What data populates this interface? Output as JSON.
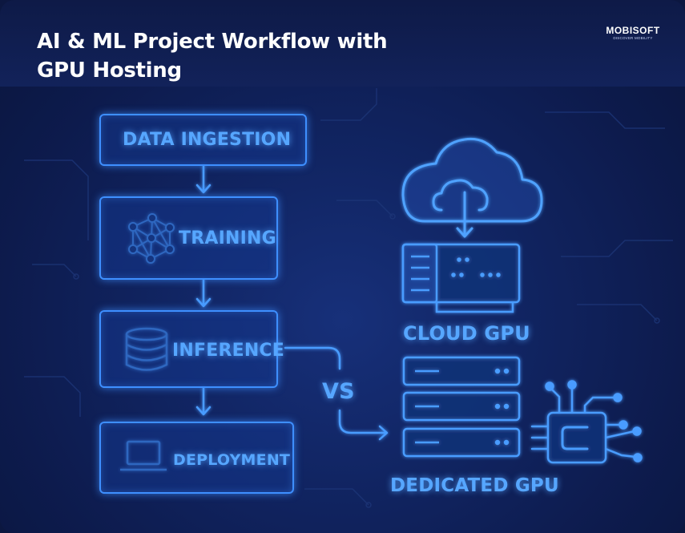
{
  "header": {
    "title_line1": "AI & ML Project Workflow with",
    "title_line2": "GPU Hosting"
  },
  "logo": {
    "name": "MOBISOFT",
    "tagline": "DISCOVER MOBILITY"
  },
  "workflow": {
    "steps": [
      {
        "label": "DATA INGESTION"
      },
      {
        "label": "TRAINING",
        "icon": "neural-network-icon"
      },
      {
        "label": "INFERENCE",
        "icon": "database-icon"
      },
      {
        "label": "DEPLOYMENT",
        "icon": "laptop-icon"
      }
    ]
  },
  "comparison": {
    "vs_label": "VS",
    "cloud_label": "CLOUD GPU",
    "cloud_icons": [
      "cloud-upload-icon",
      "gpu-card-icon"
    ],
    "dedicated_label": "DEDICATED GPU",
    "dedicated_icons": [
      "server-rack-icon",
      "chip-icon"
    ]
  },
  "colors": {
    "background": "#112563",
    "accent": "#3e8fff",
    "label": "#56a6ff",
    "title": "#ffffff"
  }
}
